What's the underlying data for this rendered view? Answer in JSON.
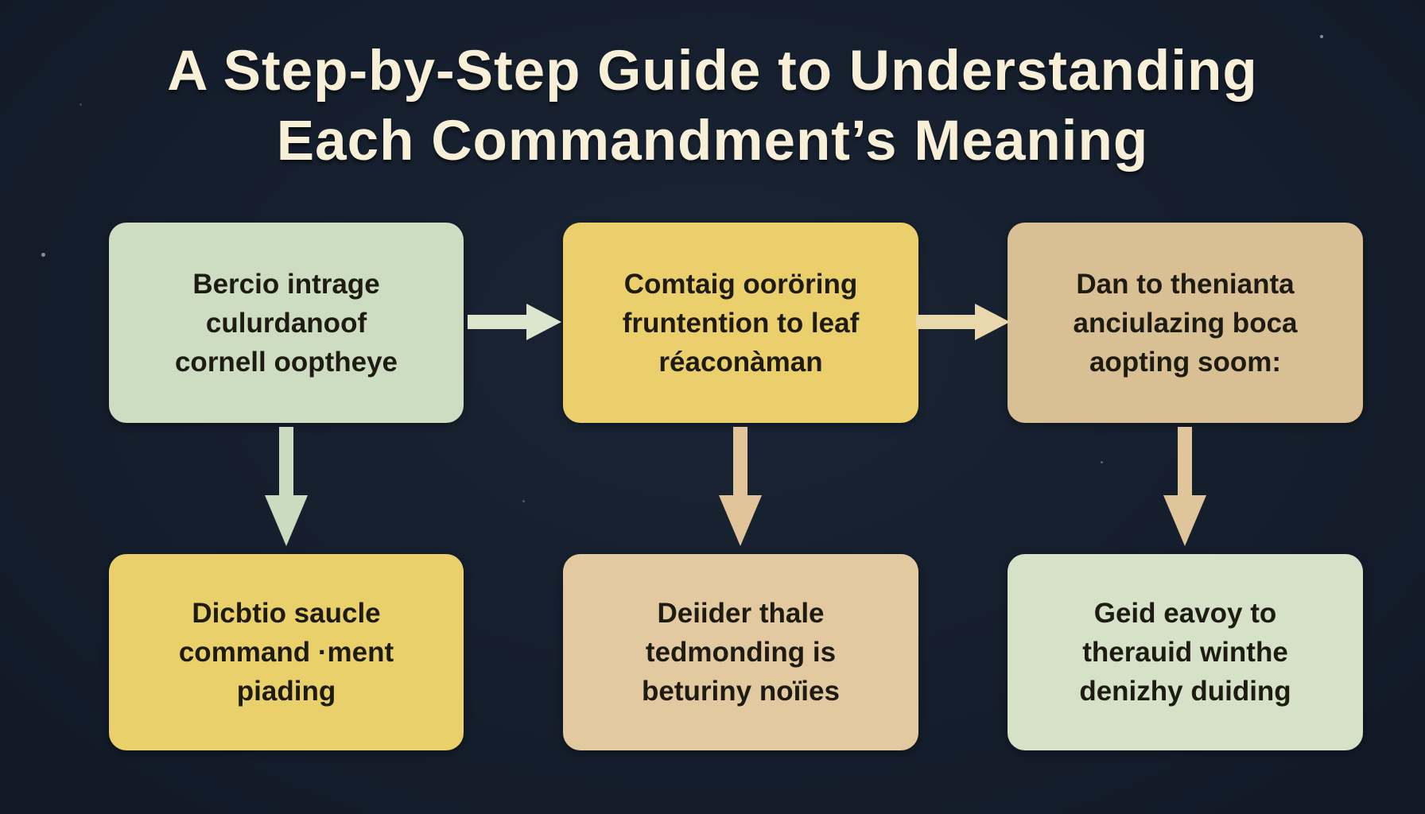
{
  "title": {
    "line1": "A Step-by-Step Guide to Understanding",
    "line2": "Each Commandment’s Meaning"
  },
  "colors": {
    "background": "#151e2c",
    "title_text": "#f7efd8",
    "box_text": "#1d1b12",
    "box1_bg": "#cdddc1",
    "box2_bg": "#eccf6d",
    "box3_bg": "#d8bf94",
    "box4_bg": "#ead06b",
    "box5_bg": "#e3c9a0",
    "box6_bg": "#d6e2c8",
    "arrow_h1": "#dce6ce",
    "arrow_h2": "#e9d8ab",
    "arrow_down_left": "#cbdbbf",
    "arrow_down_mid": "#e1c499",
    "arrow_down_right": "#e0c49a"
  },
  "flow": {
    "boxes": [
      {
        "id": "step-1",
        "lines": [
          "Bercio intrage",
          "culurdanoof",
          "cornell ooptheye"
        ]
      },
      {
        "id": "step-2",
        "lines": [
          "Comtaig ooröring",
          "fruntention to leaf",
          "réaconàman"
        ]
      },
      {
        "id": "step-3",
        "lines": [
          "Dan to thenianta",
          "anciulazing boca",
          "aopting soom:"
        ]
      },
      {
        "id": "step-4",
        "lines": [
          "Dicbtio saucle",
          "command ·ment",
          "piading"
        ]
      },
      {
        "id": "step-5",
        "lines": [
          "Deiider thale",
          "tedmonding is",
          "beturiny noïies"
        ]
      },
      {
        "id": "step-6",
        "lines": [
          "Geid eavoy to",
          "therauid winthe",
          "denizhy duiding"
        ]
      }
    ]
  },
  "icons": {
    "arrow_right": "right-arrow",
    "arrow_down": "down-arrow"
  }
}
